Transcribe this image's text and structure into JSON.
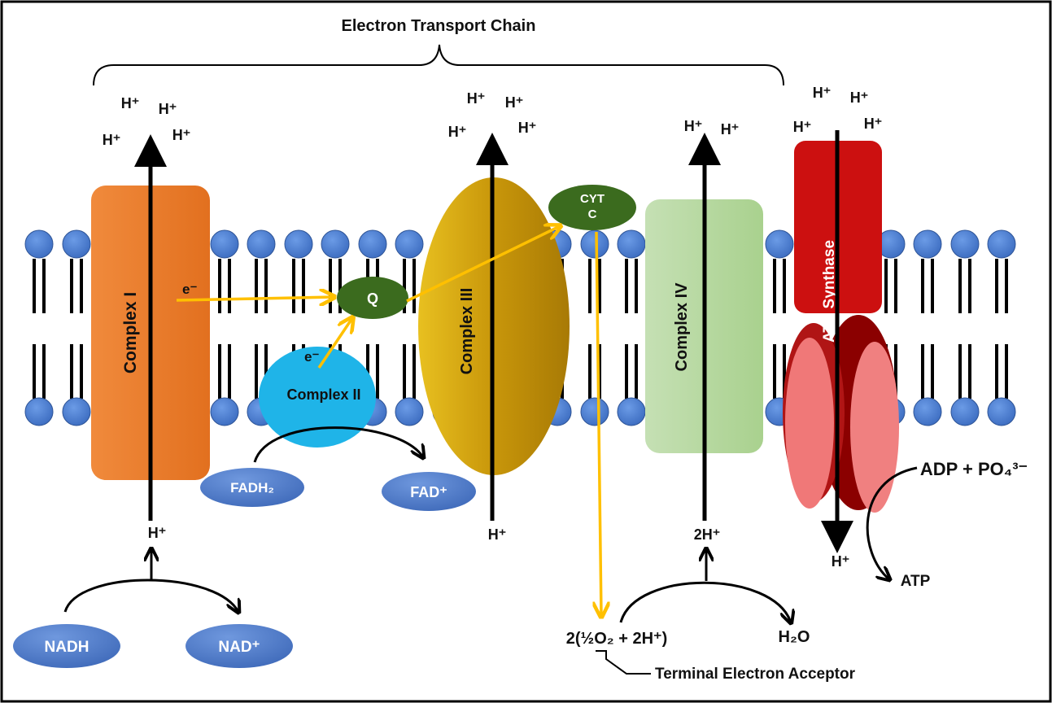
{
  "title": "Electron Transport Chain",
  "complexes": {
    "complex_1": "Complex I",
    "complex_2": "Complex II",
    "complex_3": "Complex III",
    "complex_4": "Complex IV",
    "atp_synthase": "ATP Synthase",
    "cyt_c_line1": "CYT",
    "cyt_c_line2": "C",
    "q": "Q"
  },
  "molecules": {
    "nadh": "NADH",
    "nad_plus": "NAD⁺",
    "fadh2": "FADH₂",
    "fad_plus": "FAD⁺",
    "h2o": "H₂O",
    "oxygen_reaction": "2(½O₂ + 2H⁺)",
    "adp_po4": "ADP + PO₄³⁻",
    "atp": "ATP",
    "terminal_acceptor": "Terminal Electron Acceptor"
  },
  "electron_labels": {
    "e1": "e⁻",
    "e2": "e⁻"
  },
  "protons": {
    "h": "H⁺",
    "two_h": "2H⁺"
  },
  "colors": {
    "complex_1": "#ed7d31",
    "complex_2": "#1fb4e8",
    "complex_3": "#c8960a",
    "complex_4": "#a9d18e",
    "atp_synthase": "#c00000",
    "atp_synthase_light": "#f08080",
    "q_cyt": "#3b6b1e",
    "carrier_blue": "#4472c4",
    "head_blue": "#4a7fd4",
    "electron_arrow": "#ffc000"
  }
}
